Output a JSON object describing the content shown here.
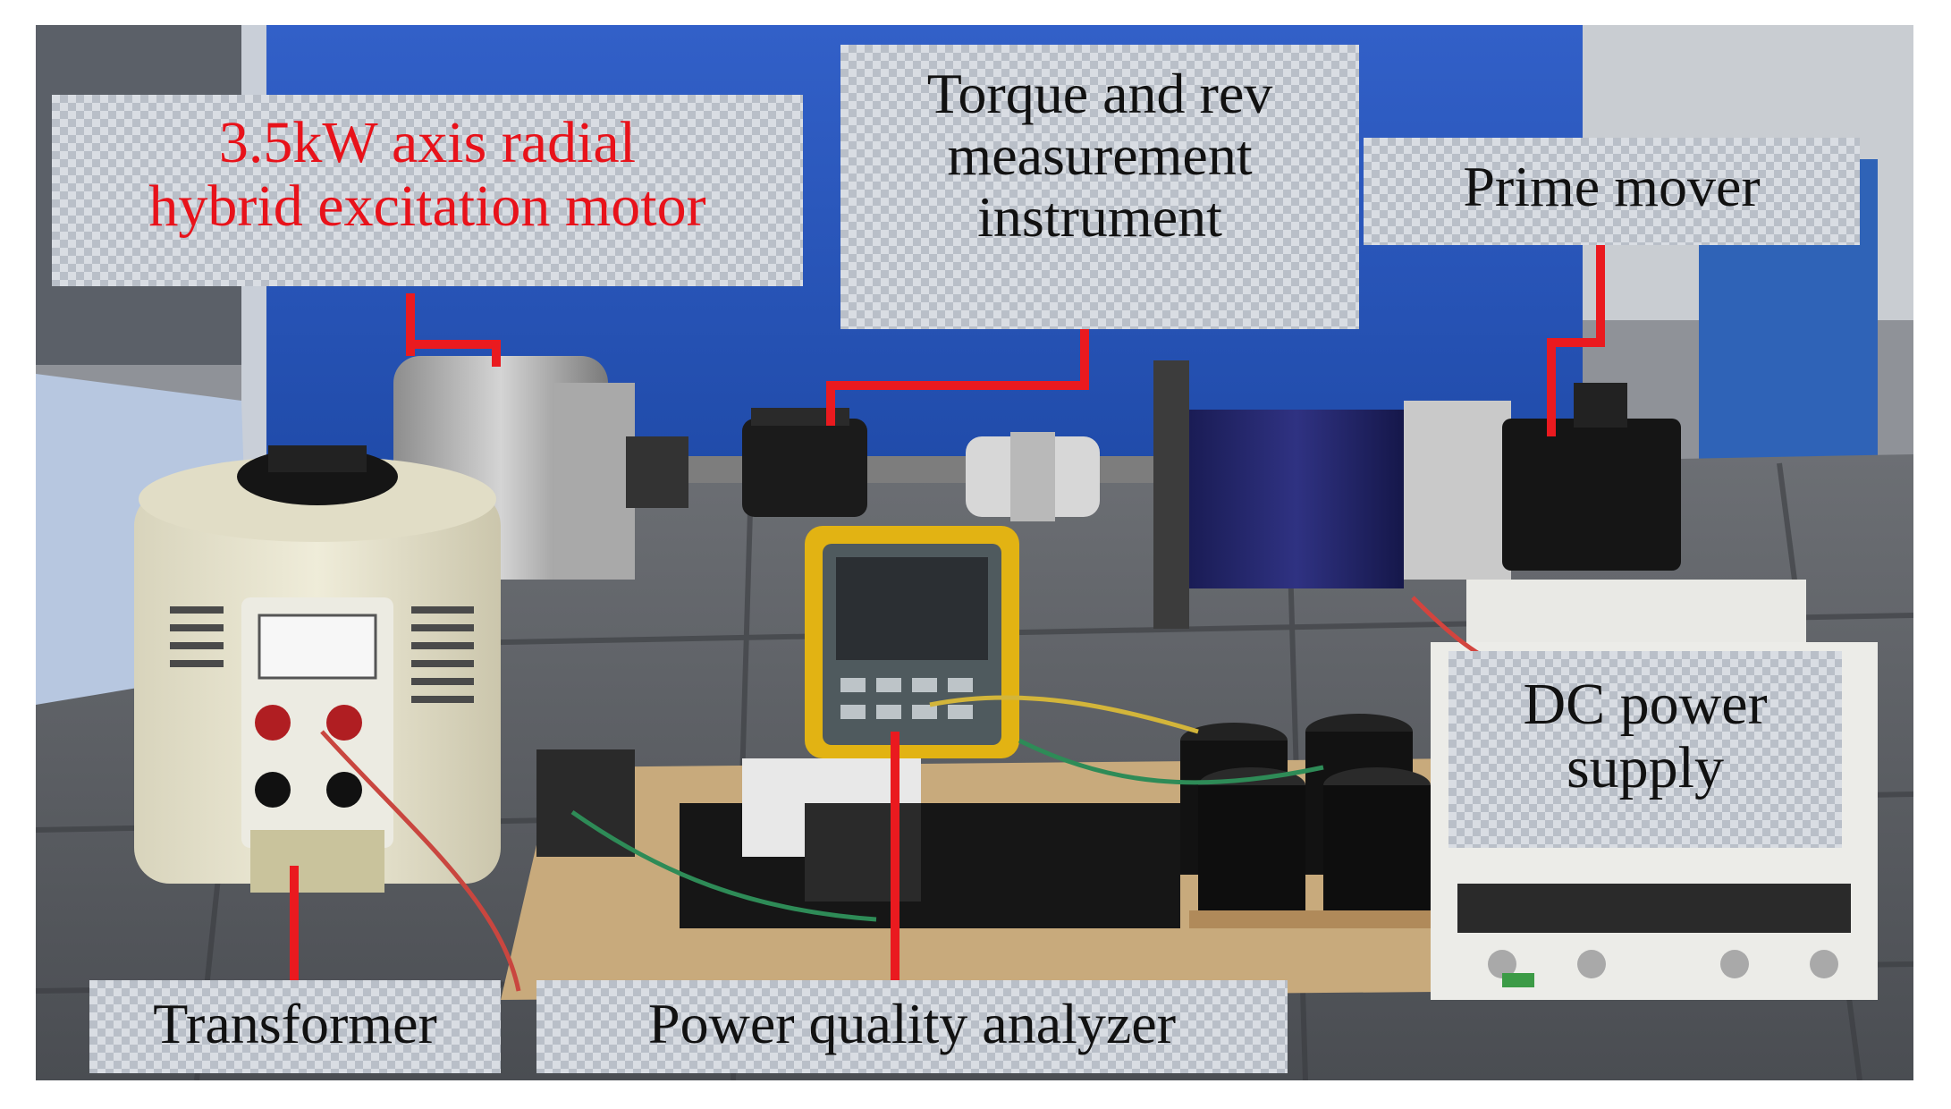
{
  "labels": {
    "motor": {
      "line1": "3.5kW axis radial",
      "line2": "hybrid excitation motor",
      "color": "#e8121a"
    },
    "torque": {
      "line1": "Torque and rev",
      "line2": "measurement",
      "line3": "instrument"
    },
    "prime_mover": "Prime mover",
    "dc_power": {
      "line1": "DC power",
      "line2": "supply"
    },
    "transformer": "Transformer",
    "analyzer": "Power quality analyzer"
  },
  "colors": {
    "leader_line": "#ea1a1f",
    "blue_panel": "#2d55b8"
  }
}
